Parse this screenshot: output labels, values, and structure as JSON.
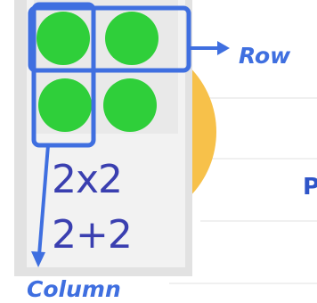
{
  "labels": {
    "row": "Row",
    "column": "Column",
    "partial_right": "P"
  },
  "card": {
    "expression_line_1": "2x2",
    "expression_line_2": "2+2"
  },
  "dots": {
    "rows": 2,
    "columns": 2,
    "color": "#2fcf3a"
  },
  "colors": {
    "highlight_box": "#3f6fe0",
    "background_circle": "#f7c14a",
    "handwriting": "#3a3fb0"
  }
}
